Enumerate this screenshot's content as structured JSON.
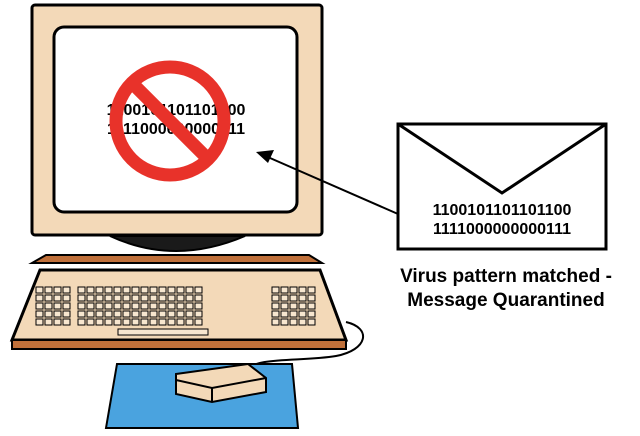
{
  "screen_binary": {
    "line1": "1100101101101100",
    "line2": "1111000000000111"
  },
  "envelope_binary": {
    "line1": "1100101101101100",
    "line2": "1111000000000111"
  },
  "caption": {
    "line1": "Virus pattern matched -",
    "line2": "Message Quarantined"
  },
  "colors": {
    "monitor_body": "#f3d9b8",
    "monitor_base": "#c0703a",
    "screen": "#ffffff",
    "prohibition_sign": "#e8322a",
    "mouse_pad": "#4aa3df",
    "outline": "#000000"
  }
}
